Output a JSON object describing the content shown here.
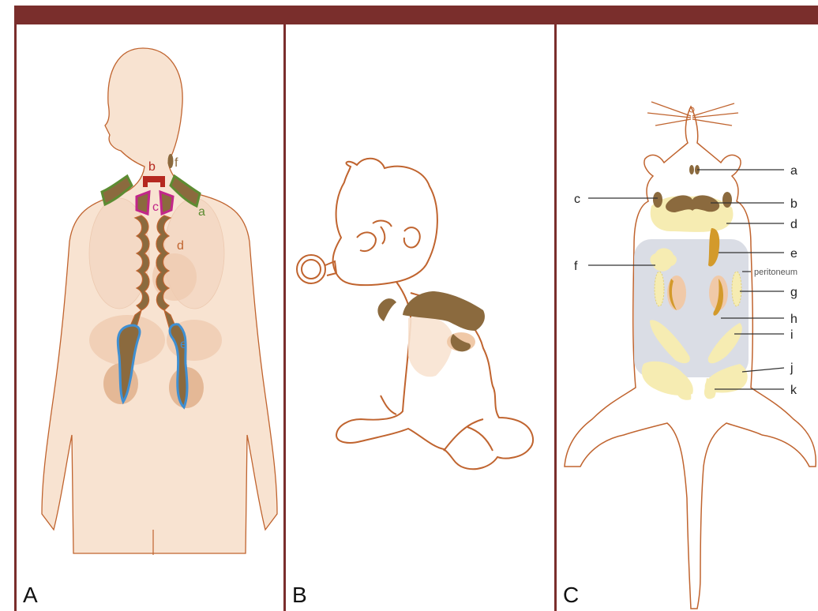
{
  "panels": [
    {
      "letter": "A"
    },
    {
      "letter": "B"
    },
    {
      "letter": "C"
    }
  ],
  "human_labels": {
    "a": "a",
    "b": "b",
    "c": "c",
    "d": "d",
    "e": "e",
    "f": "f"
  },
  "mouse_labels": {
    "a": "a",
    "b": "b",
    "c": "c",
    "d": "d",
    "e": "e",
    "f": "f",
    "peritoneum": "peritoneum",
    "g": "g",
    "h": "h",
    "i": "i",
    "j": "j",
    "k": "k"
  },
  "colors": {
    "frame": "#7a2e2c",
    "outline": "#c0642f",
    "skin": "#f8e3d1",
    "brown_fat": "#8b6a3e",
    "green": "#5d8c32",
    "magenta": "#c2268a",
    "blue": "#3f8fd2",
    "red": "#b5281f",
    "cream": "#f6ecb2",
    "peritoneum": "#d4d7e0"
  }
}
